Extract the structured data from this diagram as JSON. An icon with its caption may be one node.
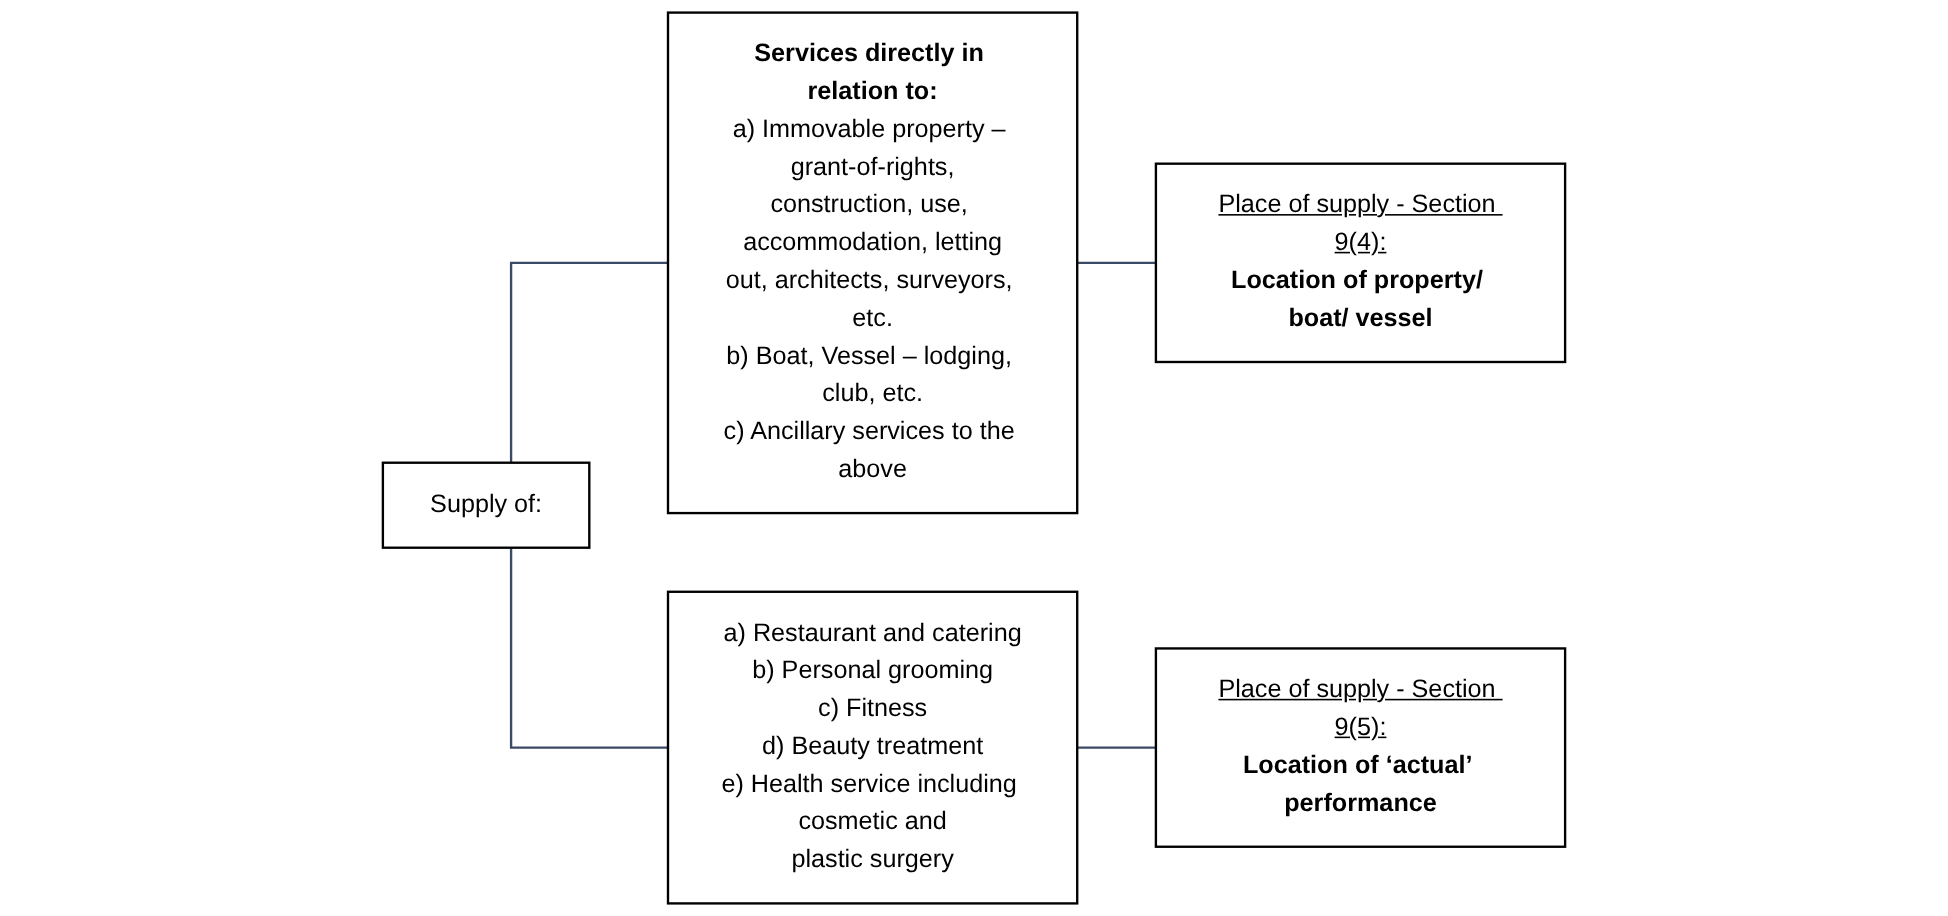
{
  "diagram": {
    "nodes": [
      {
        "text": [
          "Supply of:"
        ]
      },
      {
        "text": [
          "Services directly in relation to:",
          "a) Immovable property – grant-of-rights, construction, use, accommodation, letting out, architects, surveyors, etc.",
          "b) Boat, Vessel – lodging, club, etc.",
          "c) Ancillary services to the above"
        ]
      },
      {
        "text": [
          "Place of supply - Section 9(4):",
          "Location of property/ boat/ vessel"
        ]
      },
      {
        "text": [
          "a) Restaurant and catering",
          "b) Personal grooming",
          "c) Fitness",
          "d) Beauty treatment",
          "e) Health service including cosmetic and plastic surgery"
        ]
      },
      {
        "text": [
          "Place of supply - Section 9(5):",
          "Location of ‘actual’ performance"
        ]
      }
    ],
    "edges": [
      {
        "from": 0,
        "to": 1,
        "arrow": "none"
      },
      {
        "from": 0,
        "to": 3,
        "arrow": "none"
      },
      {
        "from": 1,
        "to": 2,
        "arrow": "none"
      },
      {
        "from": 3,
        "to": 4,
        "arrow": "none"
      }
    ]
  }
}
